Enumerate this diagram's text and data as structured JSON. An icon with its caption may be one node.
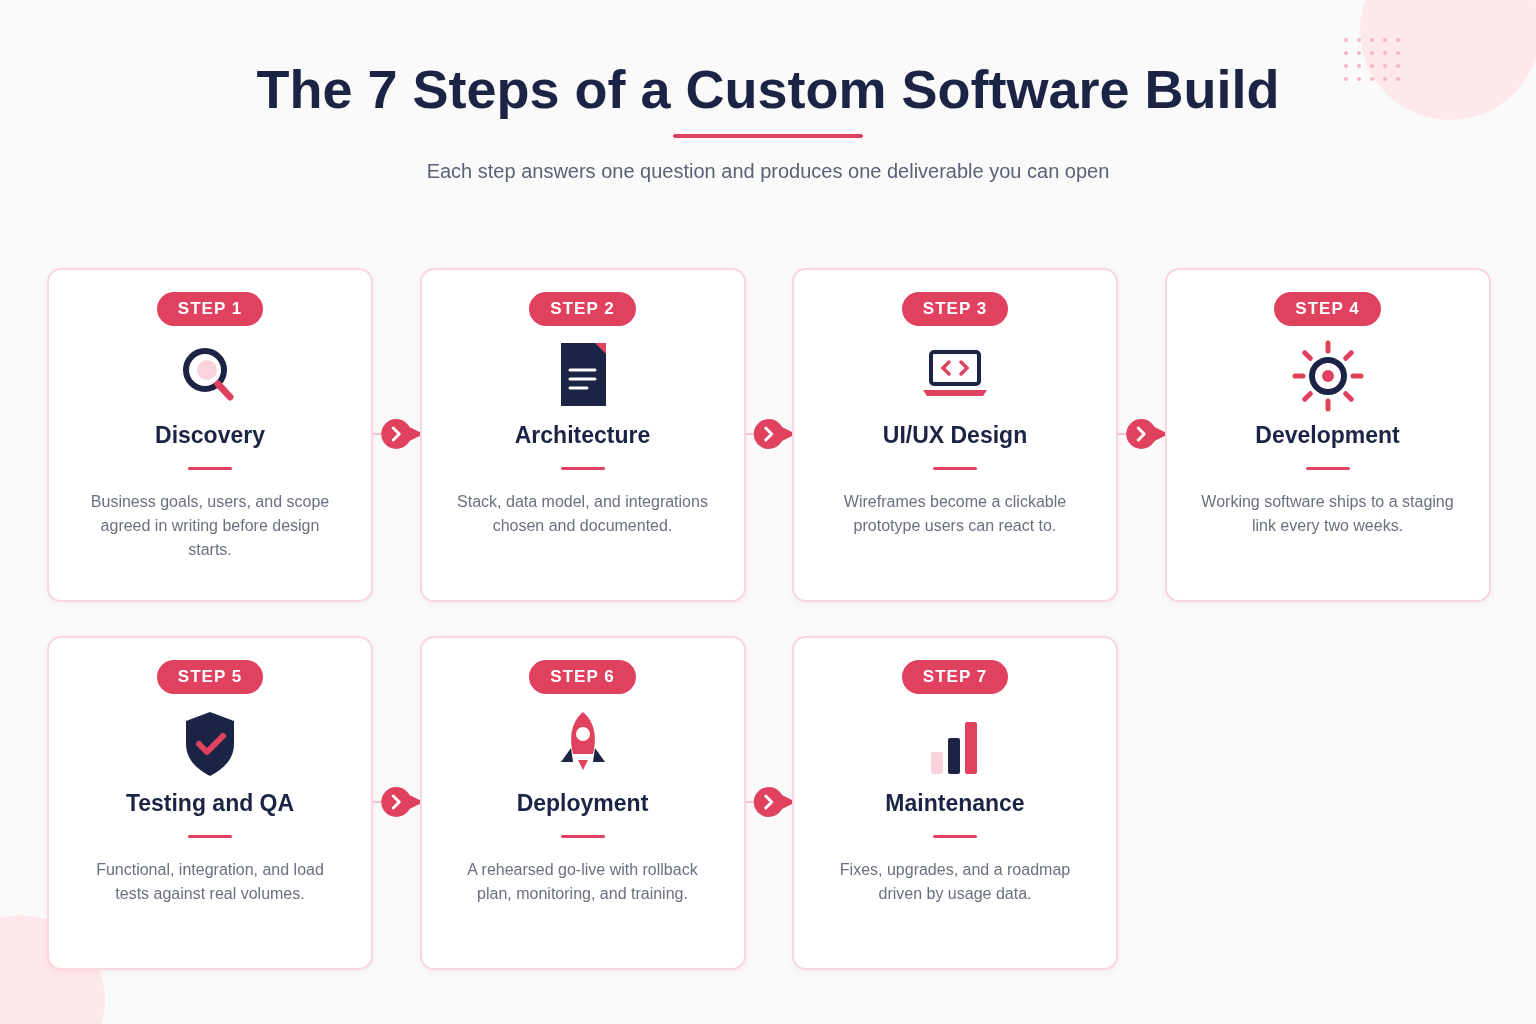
{
  "diagram": {
    "title": "The 7 Steps of a **Custom Software Build**",
    "caption": "Each step answers one question and produces one deliverable you can open",
    "nodes": [
      {
        "text": [
          "Discovery",
          "Business goals, users, and scope agreed in writing before design starts."
        ]
      },
      {
        "text": [
          "STEP 1"
        ],
        "in": 0
      },
      {
        "text": [
          "Architecture",
          "Stack, data model, and integrations chosen and documented."
        ]
      },
      {
        "text": [
          "STEP 2"
        ],
        "in": 2
      },
      {
        "text": [
          "UI/UX Design",
          "Wireframes become a clickable prototype users can react to."
        ]
      },
      {
        "text": [
          "STEP 3"
        ],
        "in": 4
      },
      {
        "text": [
          "Development",
          "Working software ships to a staging link every two weeks."
        ]
      },
      {
        "text": [
          "STEP 4"
        ],
        "in": 6
      },
      {
        "text": [
          "Testing and QA",
          "Functional, integration, and load tests against real volumes."
        ]
      },
      {
        "text": [
          "STEP 5"
        ],
        "in": 8
      },
      {
        "text": [
          "Deployment",
          "A rehearsed go-live with rollback plan, monitoring, and training."
        ]
      },
      {
        "text": [
          "STEP 6"
        ],
        "in": 10
      },
      {
        "text": [
          "Maintenance",
          "Fixes, upgrades, and a roadmap driven by usage data."
        ]
      },
      {
        "text": [
          "STEP 7"
        ],
        "in": 12
      }
    ],
    "edges": [
      {
        "from": 0,
        "to": 2,
        "arrow": "to"
      },
      {
        "from": 2,
        "to": 4,
        "arrow": "to"
      },
      {
        "from": 4,
        "to": 6,
        "arrow": "to"
      },
      {
        "from": 8,
        "to": 10,
        "arrow": "to"
      },
      {
        "from": 10,
        "to": 12,
        "arrow": "to"
      }
    ]
  }
}
